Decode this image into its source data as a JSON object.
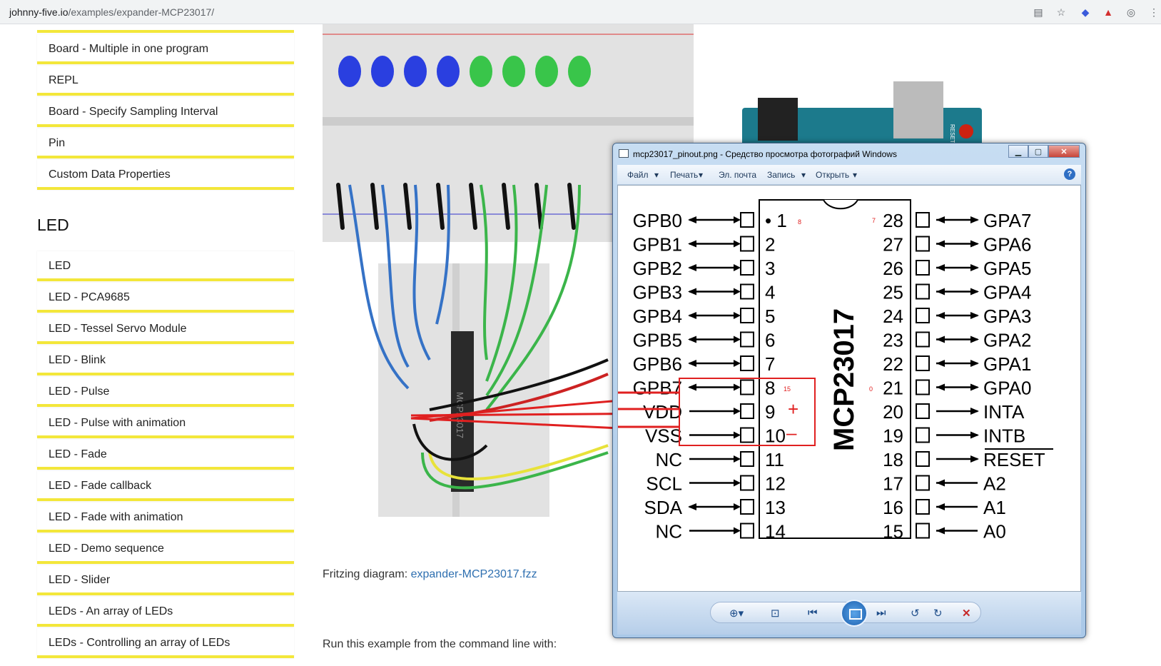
{
  "browser": {
    "url_host": "johnny-five.io",
    "url_path": "/examples/expander-MCP23017/"
  },
  "sidebar": {
    "items_top": [
      "Board - Multiple in one program",
      "REPL",
      "Board - Specify Sampling Interval",
      "Pin",
      "Custom Data Properties"
    ],
    "heading": "LED",
    "items_led": [
      "LED",
      "LED - PCA9685",
      "LED - Tessel Servo Module",
      "LED - Blink",
      "LED - Pulse",
      "LED - Pulse with animation",
      "LED - Fade",
      "LED - Fade callback",
      "LED - Fade with animation",
      "LED - Demo sequence",
      "LED - Slider",
      "LEDs - An array of LEDs",
      "LEDs - Controlling an array of LEDs"
    ]
  },
  "content": {
    "fritzing_label": "Fritzing diagram:",
    "fritzing_link": "expander-MCP23017.fzz",
    "run_text": "Run this example from the command line with:",
    "chip_label_breadboard": "MCP23017",
    "reset_label_board": "RESET"
  },
  "viewer": {
    "title": "mcp23017_pinout.png - Средство просмотра фотографий Windows",
    "menu": [
      "Файл",
      "Печать",
      "Эл. почта",
      "Запись",
      "Открыть"
    ],
    "help": "?",
    "pinout": {
      "chip_name": "MCP23017",
      "left_pins": [
        {
          "num": "• 1",
          "label": "GPB0"
        },
        {
          "num": "2",
          "label": "GPB1"
        },
        {
          "num": "3",
          "label": "GPB2"
        },
        {
          "num": "4",
          "label": "GPB3"
        },
        {
          "num": "5",
          "label": "GPB4"
        },
        {
          "num": "6",
          "label": "GPB5"
        },
        {
          "num": "7",
          "label": "GPB6"
        },
        {
          "num": "8",
          "label": "GPB7"
        },
        {
          "num": "9",
          "label": "VDD"
        },
        {
          "num": "10",
          "label": "VSS"
        },
        {
          "num": "11",
          "label": "NC"
        },
        {
          "num": "12",
          "label": "SCL"
        },
        {
          "num": "13",
          "label": "SDA"
        },
        {
          "num": "14",
          "label": "NC"
        }
      ],
      "right_pins": [
        {
          "num": "28",
          "label": "GPA7"
        },
        {
          "num": "27",
          "label": "GPA6"
        },
        {
          "num": "26",
          "label": "GPA5"
        },
        {
          "num": "25",
          "label": "GPA4"
        },
        {
          "num": "24",
          "label": "GPA3"
        },
        {
          "num": "23",
          "label": "GPA2"
        },
        {
          "num": "22",
          "label": "GPA1"
        },
        {
          "num": "21",
          "label": "GPA0"
        },
        {
          "num": "20",
          "label": "INTA"
        },
        {
          "num": "19",
          "label": "INTB"
        },
        {
          "num": "18",
          "label": "RESET"
        },
        {
          "num": "17",
          "label": "A2"
        },
        {
          "num": "16",
          "label": "A1"
        },
        {
          "num": "15",
          "label": "A0"
        }
      ],
      "annotations": {
        "plus": "+",
        "minus": "–",
        "n8": "8",
        "n7": "7",
        "n15": "15",
        "n0": "0"
      }
    }
  },
  "colors": {
    "accent_yellow": "#f3e73a",
    "link": "#2e6fb0",
    "annotation_red": "#e02020"
  }
}
